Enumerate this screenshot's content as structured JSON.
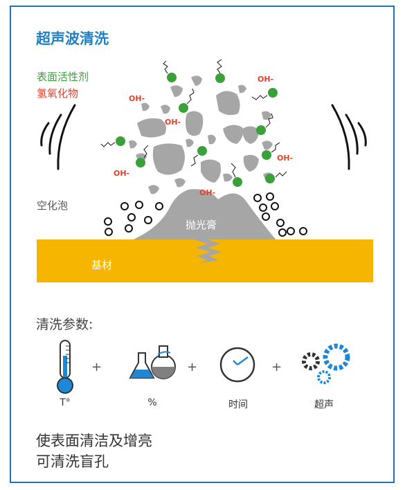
{
  "title": "超声波清洗",
  "labels": {
    "surfactant": "表面活性剂",
    "hydroxide": "氢氧化物",
    "cavitation": "空化泡",
    "polish": "抛光膏",
    "substrate": "基材",
    "oh": "OH-"
  },
  "params": {
    "heading": "清洗参数:",
    "temperature": "T°",
    "concentration": "%",
    "time": "时间",
    "ultrasound": "超声",
    "plus": "+"
  },
  "description": [
    "使表面清洁及增亮",
    "可清洗盲孔"
  ],
  "colors": {
    "accent": "#1f7fc4",
    "surfactant": "#3aa13a",
    "hydroxide": "#e0412b",
    "substrate": "#f5b500",
    "particle": "#a6a6a6"
  }
}
